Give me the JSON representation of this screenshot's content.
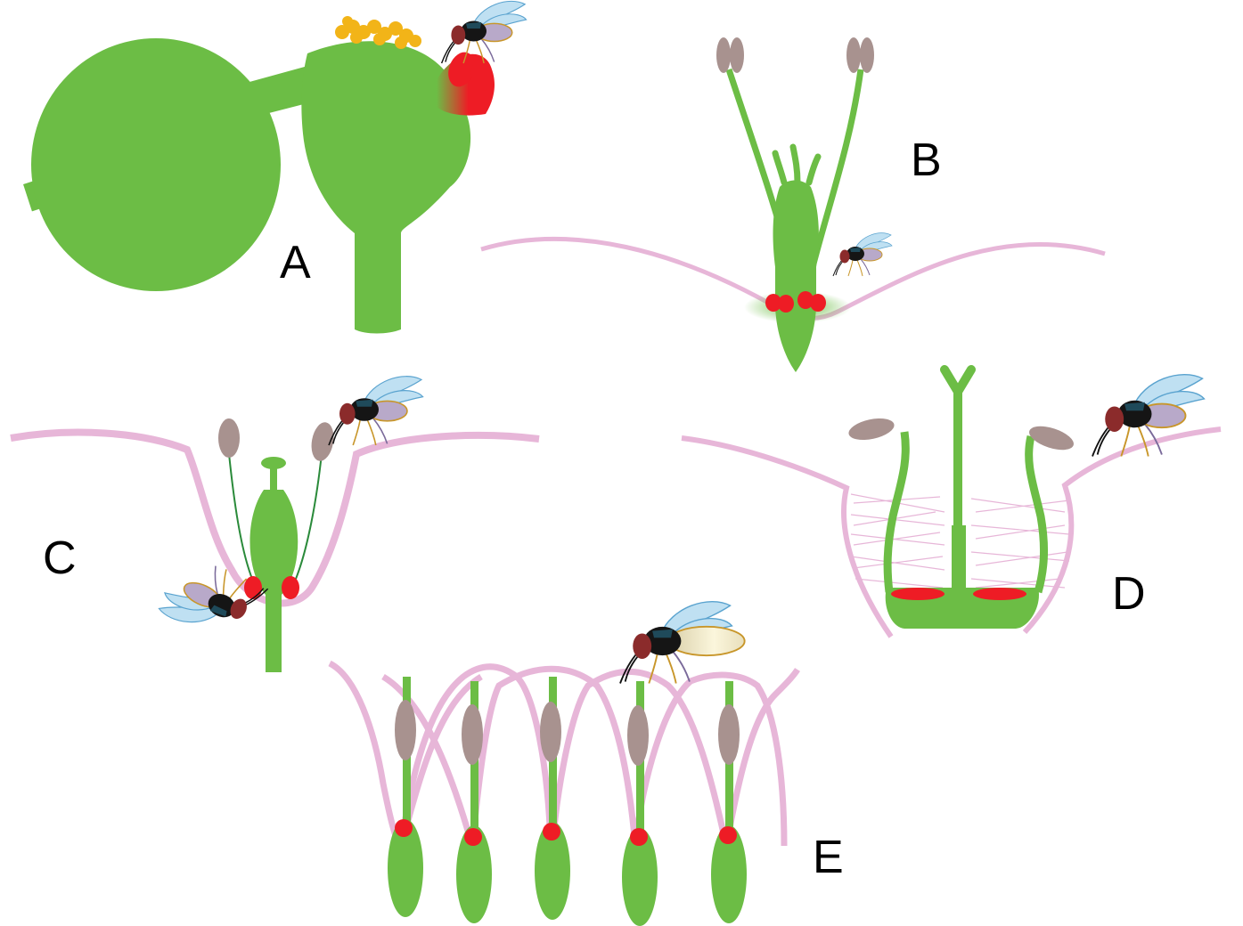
{
  "panels": {
    "a": {
      "label": "A"
    },
    "b": {
      "label": "B"
    },
    "c": {
      "label": "C"
    },
    "d": {
      "label": "D"
    },
    "e": {
      "label": "E"
    }
  },
  "colors": {
    "tissue_green": "#6cbd45",
    "nectary_red": "#ee1c25",
    "petal_pink": "#e7b6d8",
    "anther_mauve": "#a8928f",
    "pollen_yellow": "#f2b418",
    "fly_wing": "#bfe0f2",
    "fly_body": "#151515",
    "fly_head": "#8b2b2b",
    "fly_abdomen": "#b8a9c9",
    "fly_leg": "#c8962a"
  },
  "icons": {
    "pollinator": "fly-icon"
  }
}
